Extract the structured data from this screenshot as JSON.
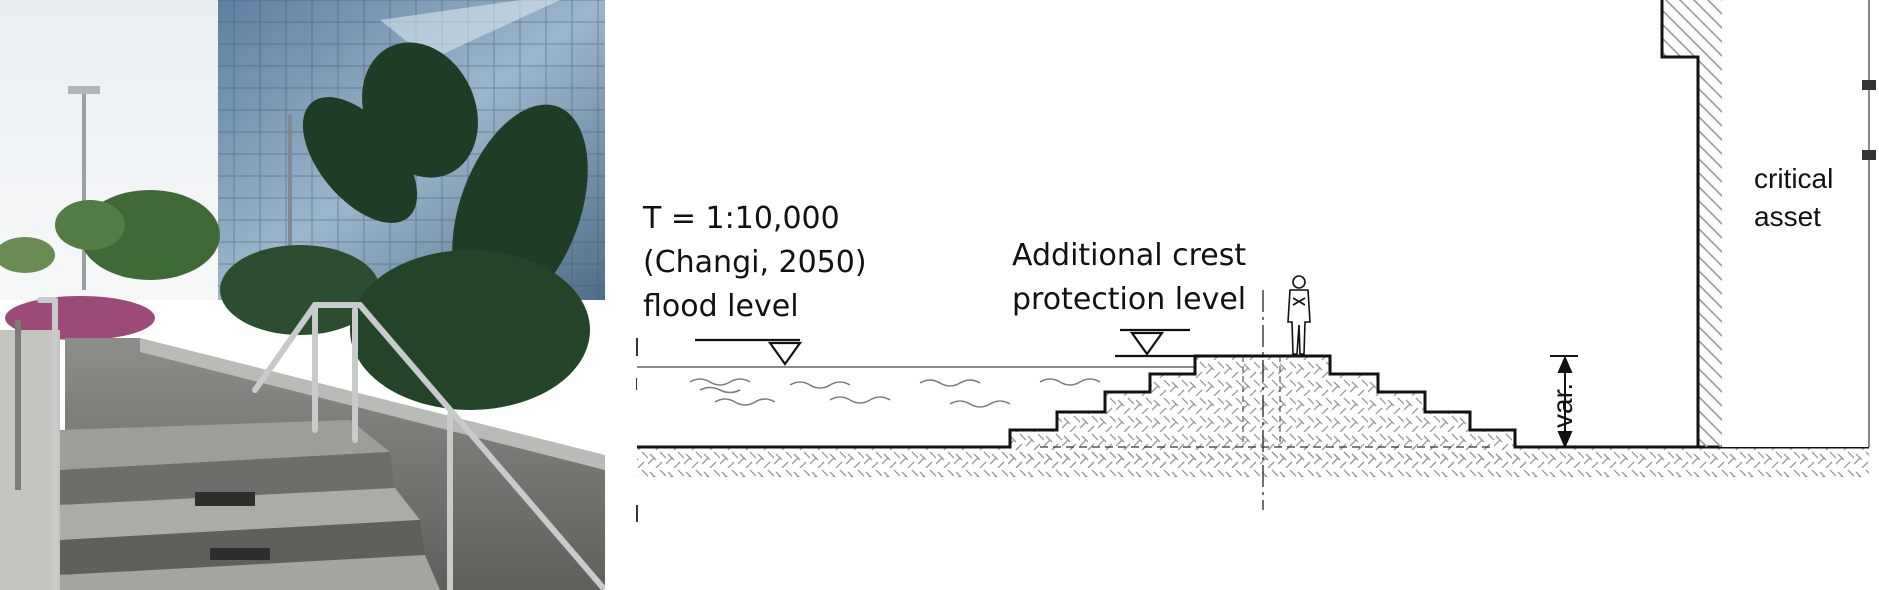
{
  "labels": {
    "flood_level_line1": "T = 1:10,000",
    "flood_level_line2": "(Changi, 2050)",
    "flood_level_line3": "flood level",
    "crest_line1": "Additional crest",
    "crest_line2": "protection level",
    "var": "var.",
    "asset_line1": "critical",
    "asset_line2": "asset"
  }
}
